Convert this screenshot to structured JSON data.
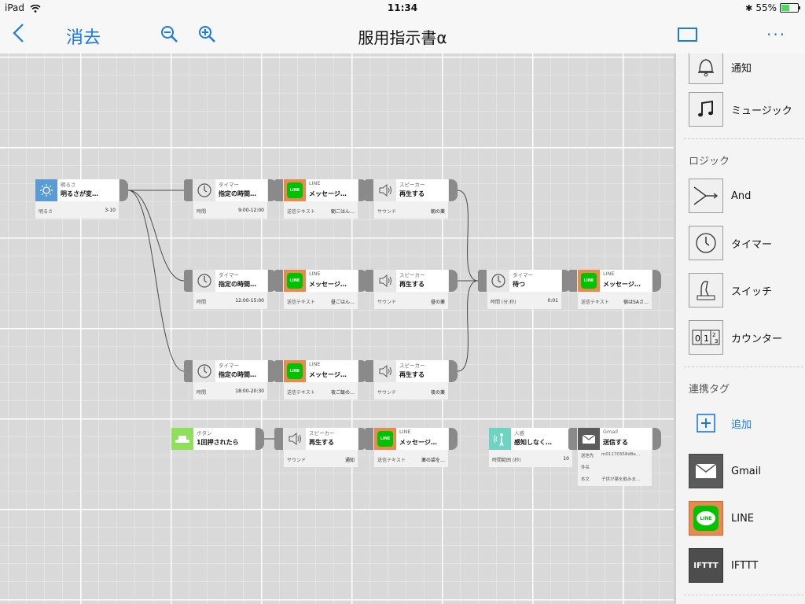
{
  "status": {
    "device": "iPad",
    "time": "11:34",
    "battery": "55%",
    "battery_level": 0.55
  },
  "nav": {
    "back_icon": "chevron-left-icon",
    "delete_label": "消去",
    "title": "服用指示書α",
    "zoom_out_icon": "zoom-out-icon",
    "zoom_in_icon": "zoom-in-icon",
    "layout_icon": "rectangle-icon",
    "more_icon": "ellipsis-icon"
  },
  "nodes": [
    {
      "id": "n1",
      "icon": "brightness-icon",
      "color": "blue",
      "category": "明るさ",
      "name": "明るさが変…",
      "prop_key": "明るさ",
      "prop_val": "3-10",
      "no_in": true
    },
    {
      "id": "n2",
      "icon": "clock-icon",
      "color": "grey",
      "category": "タイマー",
      "name": "指定の時間…",
      "prop_key": "時間",
      "prop_val": "9:00-12:00"
    },
    {
      "id": "n3",
      "icon": "line-icon",
      "color": "line",
      "category": "LINE",
      "name": "メッセージ…",
      "prop_key": "送信テキスト",
      "prop_val": "朝ごはん…"
    },
    {
      "id": "n4",
      "icon": "speaker-icon",
      "color": "grey",
      "category": "スピーカー",
      "name": "再生する",
      "prop_key": "サウンド",
      "prop_val": "朝の薬"
    },
    {
      "id": "n5",
      "icon": "clock-icon",
      "color": "grey",
      "category": "タイマー",
      "name": "指定の時間…",
      "prop_key": "時間",
      "prop_val": "12:00-15:00"
    },
    {
      "id": "n6",
      "icon": "line-icon",
      "color": "line",
      "category": "LINE",
      "name": "メッセージ…",
      "prop_key": "送信テキスト",
      "prop_val": "昼ごはん…"
    },
    {
      "id": "n7",
      "icon": "speaker-icon",
      "color": "grey",
      "category": "スピーカー",
      "name": "再生する",
      "prop_key": "サウンド",
      "prop_val": "昼の薬"
    },
    {
      "id": "n8",
      "icon": "clock-icon",
      "color": "grey",
      "category": "タイマー",
      "name": "待つ",
      "prop_key": "時間 (分:秒)",
      "prop_val": "0:01"
    },
    {
      "id": "n9",
      "icon": "line-icon",
      "color": "line",
      "category": "LINE",
      "name": "メッセージ…",
      "prop_key": "送信テキスト",
      "prop_val": "宿はSAさ…",
      "no_out": false
    },
    {
      "id": "n10",
      "icon": "clock-icon",
      "color": "grey",
      "category": "タイマー",
      "name": "指定の時間…",
      "prop_key": "時間",
      "prop_val": "18:00-20:30"
    },
    {
      "id": "n11",
      "icon": "line-icon",
      "color": "line",
      "category": "LINE",
      "name": "メッセージ…",
      "prop_key": "送信テキスト",
      "prop_val": "夜ご飯の…"
    },
    {
      "id": "n12",
      "icon": "speaker-icon",
      "color": "grey",
      "category": "スピーカー",
      "name": "再生する",
      "prop_key": "サウンド",
      "prop_val": "夜の薬"
    },
    {
      "id": "n13",
      "icon": "button-icon",
      "color": "green",
      "category": "ボタン",
      "name": "1回押されたら",
      "no_in": true,
      "no_prop": true
    },
    {
      "id": "n14",
      "icon": "speaker-icon",
      "color": "grey",
      "category": "スピーカー",
      "name": "再生する",
      "prop_key": "サウンド",
      "prop_val": "通知"
    },
    {
      "id": "n15",
      "icon": "line-icon",
      "color": "line",
      "category": "LINE",
      "name": "メッセージ…",
      "prop_key": "送信テキスト",
      "prop_val": "薬の袋を…"
    },
    {
      "id": "n16",
      "icon": "motion-sensor-icon",
      "color": "teal",
      "category": "人感",
      "name": "感知しなく…",
      "prop_key": "時間範囲 (秒)",
      "prop_val": "10",
      "no_in": true
    },
    {
      "id": "n17",
      "icon": "mail-icon",
      "color": "dark",
      "category": "Gmail",
      "name": "送信する",
      "gmail": true,
      "rows": [
        {
          "k": "送信先",
          "v": "m01170358d8e…"
        },
        {
          "k": "件名",
          "v": ""
        },
        {
          "k": "本文",
          "v": "子供が薬を飲みま…"
        }
      ]
    }
  ],
  "sidebar": {
    "items_top": [
      {
        "icon": "bell-icon",
        "label": "通知"
      },
      {
        "icon": "music-note-icon",
        "label": "ミュージック"
      }
    ],
    "logic_header": "ロジック",
    "logic_items": [
      {
        "icon": "and-icon",
        "label": "And"
      },
      {
        "icon": "timer-icon",
        "label": "タイマー"
      },
      {
        "icon": "switch-icon",
        "label": "スイッチ"
      },
      {
        "icon": "counter-icon",
        "label": "カウンター"
      }
    ],
    "tags_header": "連携タグ",
    "add_label": "追加",
    "tag_items": [
      {
        "icon": "gmail-icon",
        "label": "Gmail"
      },
      {
        "icon": "line-icon",
        "label": "LINE"
      },
      {
        "icon": "ifttt-icon",
        "label": "IFTTT"
      }
    ],
    "ifttt_text": "IFTTT",
    "line_text": "LINE"
  }
}
